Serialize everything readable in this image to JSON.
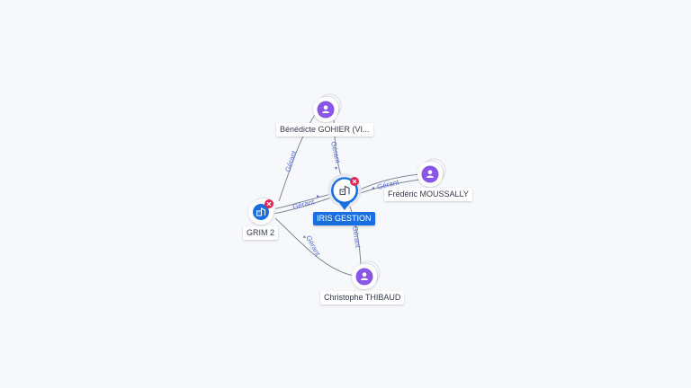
{
  "nodes": {
    "iris": {
      "label": "IRIS GESTION",
      "icon": "company-icon",
      "type": "company",
      "primary": true,
      "removable": true
    },
    "grim": {
      "label": "GRIM 2",
      "icon": "company-icon",
      "type": "company",
      "removable": true
    },
    "gohier": {
      "label": "Bénédicte GOHIER (VI...",
      "icon": "person-icon",
      "type": "person"
    },
    "moussally": {
      "label": "Frédéric MOUSSALLY",
      "icon": "person-icon",
      "type": "person"
    },
    "thibaud": {
      "label": "Christophe THIBAUD",
      "icon": "person-icon",
      "type": "person"
    }
  },
  "edges": [
    {
      "from": "gohier",
      "to": "iris",
      "label": "Gérant"
    },
    {
      "from": "gohier",
      "to": "grim",
      "label": "Gérant"
    },
    {
      "from": "moussally",
      "to": "iris",
      "label": "Gérant"
    },
    {
      "from": "thibaud",
      "to": "iris",
      "label": "Gérant"
    },
    {
      "from": "thibaud",
      "to": "grim",
      "label": "Gérant"
    },
    {
      "from": "grim",
      "to": "iris",
      "label": "Gérant"
    }
  ],
  "colors": {
    "person": "#8a56e8",
    "company": "#1a6fe0",
    "remove_badge": "#e0284f",
    "edge_label": "#5b6fd6",
    "edge": "#7f8798"
  }
}
